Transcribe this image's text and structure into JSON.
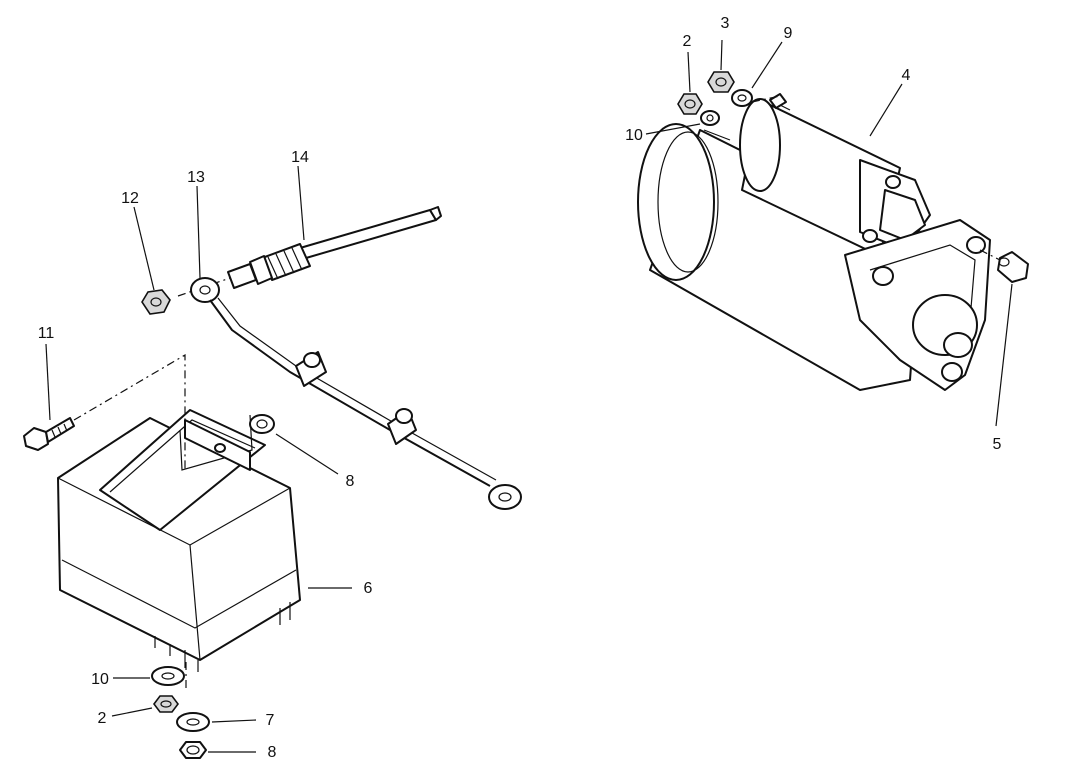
{
  "callouts": {
    "left_11": "11",
    "left_12": "12",
    "left_13": "13",
    "left_14": "14",
    "left_8_top": "8",
    "left_6": "6",
    "left_10": "10",
    "left_2": "2",
    "left_7": "7",
    "left_8_bottom": "8",
    "right_2": "2",
    "right_3": "3",
    "right_9": "9",
    "right_4": "4",
    "right_10": "10",
    "right_5": "5"
  },
  "colors": {
    "line": "#111111",
    "background": "#ffffff",
    "shade": "#d9d9d9"
  }
}
